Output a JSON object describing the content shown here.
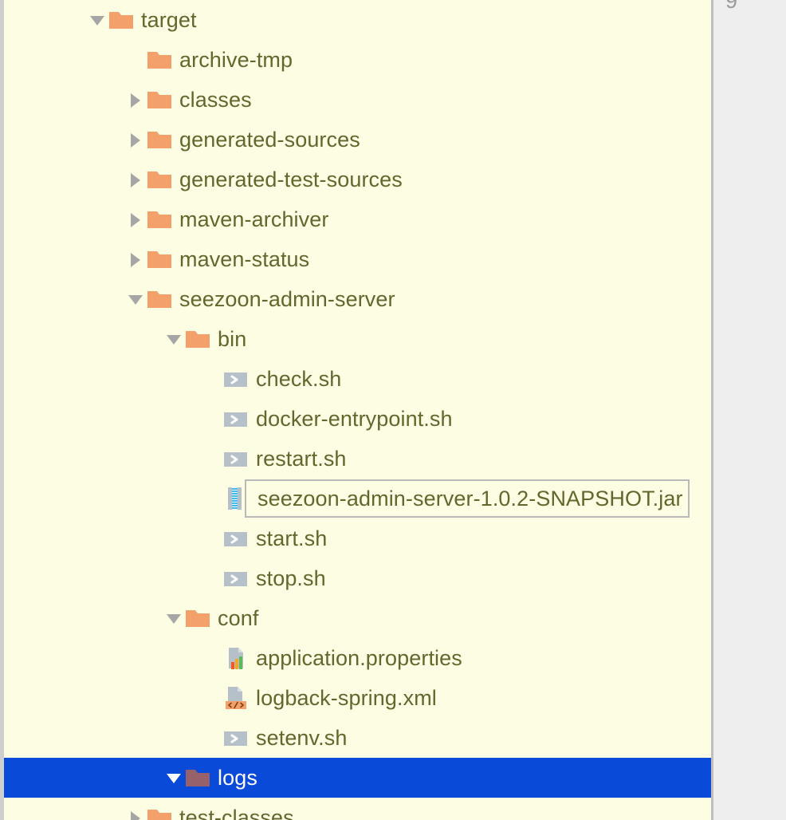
{
  "colors": {
    "tree_background": "#fdfde3",
    "panel_background": "#eeeeee",
    "selection_blue": "#0a4ad9",
    "folder_orange": "#f4a06a",
    "folder_selected": "#96616b",
    "text_olive": "#64662e",
    "text_selected": "#ffffff",
    "twisty_gray": "#a6a6a6"
  },
  "editor_gutter": {
    "line_number": "9"
  },
  "tooltip": {
    "text": "seezoon-admin-server-1.0.2-SNAPSHOT.jar"
  },
  "tree": {
    "name": "project-file-tree",
    "rows": [
      {
        "label": "target",
        "depth": 0,
        "twisty": "open",
        "icon": "folder-icon",
        "selected": false
      },
      {
        "label": "archive-tmp",
        "depth": 1,
        "twisty": "none",
        "icon": "folder-icon",
        "selected": false
      },
      {
        "label": "classes",
        "depth": 1,
        "twisty": "closed",
        "icon": "folder-icon",
        "selected": false
      },
      {
        "label": "generated-sources",
        "depth": 1,
        "twisty": "closed",
        "icon": "folder-icon",
        "selected": false
      },
      {
        "label": "generated-test-sources",
        "depth": 1,
        "twisty": "closed",
        "icon": "folder-icon",
        "selected": false
      },
      {
        "label": "maven-archiver",
        "depth": 1,
        "twisty": "closed",
        "icon": "folder-icon",
        "selected": false
      },
      {
        "label": "maven-status",
        "depth": 1,
        "twisty": "closed",
        "icon": "folder-icon",
        "selected": false
      },
      {
        "label": "seezoon-admin-server",
        "depth": 1,
        "twisty": "open",
        "icon": "folder-icon",
        "selected": false
      },
      {
        "label": "bin",
        "depth": 2,
        "twisty": "open",
        "icon": "folder-icon",
        "selected": false
      },
      {
        "label": "check.sh",
        "depth": 3,
        "twisty": "none",
        "icon": "shell-script-icon",
        "selected": false
      },
      {
        "label": "docker-entrypoint.sh",
        "depth": 3,
        "twisty": "none",
        "icon": "shell-script-icon",
        "selected": false
      },
      {
        "label": "restart.sh",
        "depth": 3,
        "twisty": "none",
        "icon": "shell-script-icon",
        "selected": false
      },
      {
        "label": "seezoon-admin-server-1.0.2-SNAPSHOT.jar",
        "depth": 3,
        "twisty": "none",
        "icon": "jar-archive-icon",
        "selected": false
      },
      {
        "label": "start.sh",
        "depth": 3,
        "twisty": "none",
        "icon": "shell-script-icon",
        "selected": false
      },
      {
        "label": "stop.sh",
        "depth": 3,
        "twisty": "none",
        "icon": "shell-script-icon",
        "selected": false
      },
      {
        "label": "conf",
        "depth": 2,
        "twisty": "open",
        "icon": "folder-icon",
        "selected": false
      },
      {
        "label": "application.properties",
        "depth": 3,
        "twisty": "none",
        "icon": "properties-file-icon",
        "selected": false
      },
      {
        "label": "logback-spring.xml",
        "depth": 3,
        "twisty": "none",
        "icon": "xml-file-icon",
        "selected": false
      },
      {
        "label": "setenv.sh",
        "depth": 3,
        "twisty": "none",
        "icon": "shell-script-icon",
        "selected": false
      },
      {
        "label": "logs",
        "depth": 2,
        "twisty": "open",
        "icon": "folder-icon",
        "selected": true
      },
      {
        "label": "test-classes",
        "depth": 1,
        "twisty": "closed",
        "icon": "folder-icon",
        "selected": false
      }
    ]
  }
}
